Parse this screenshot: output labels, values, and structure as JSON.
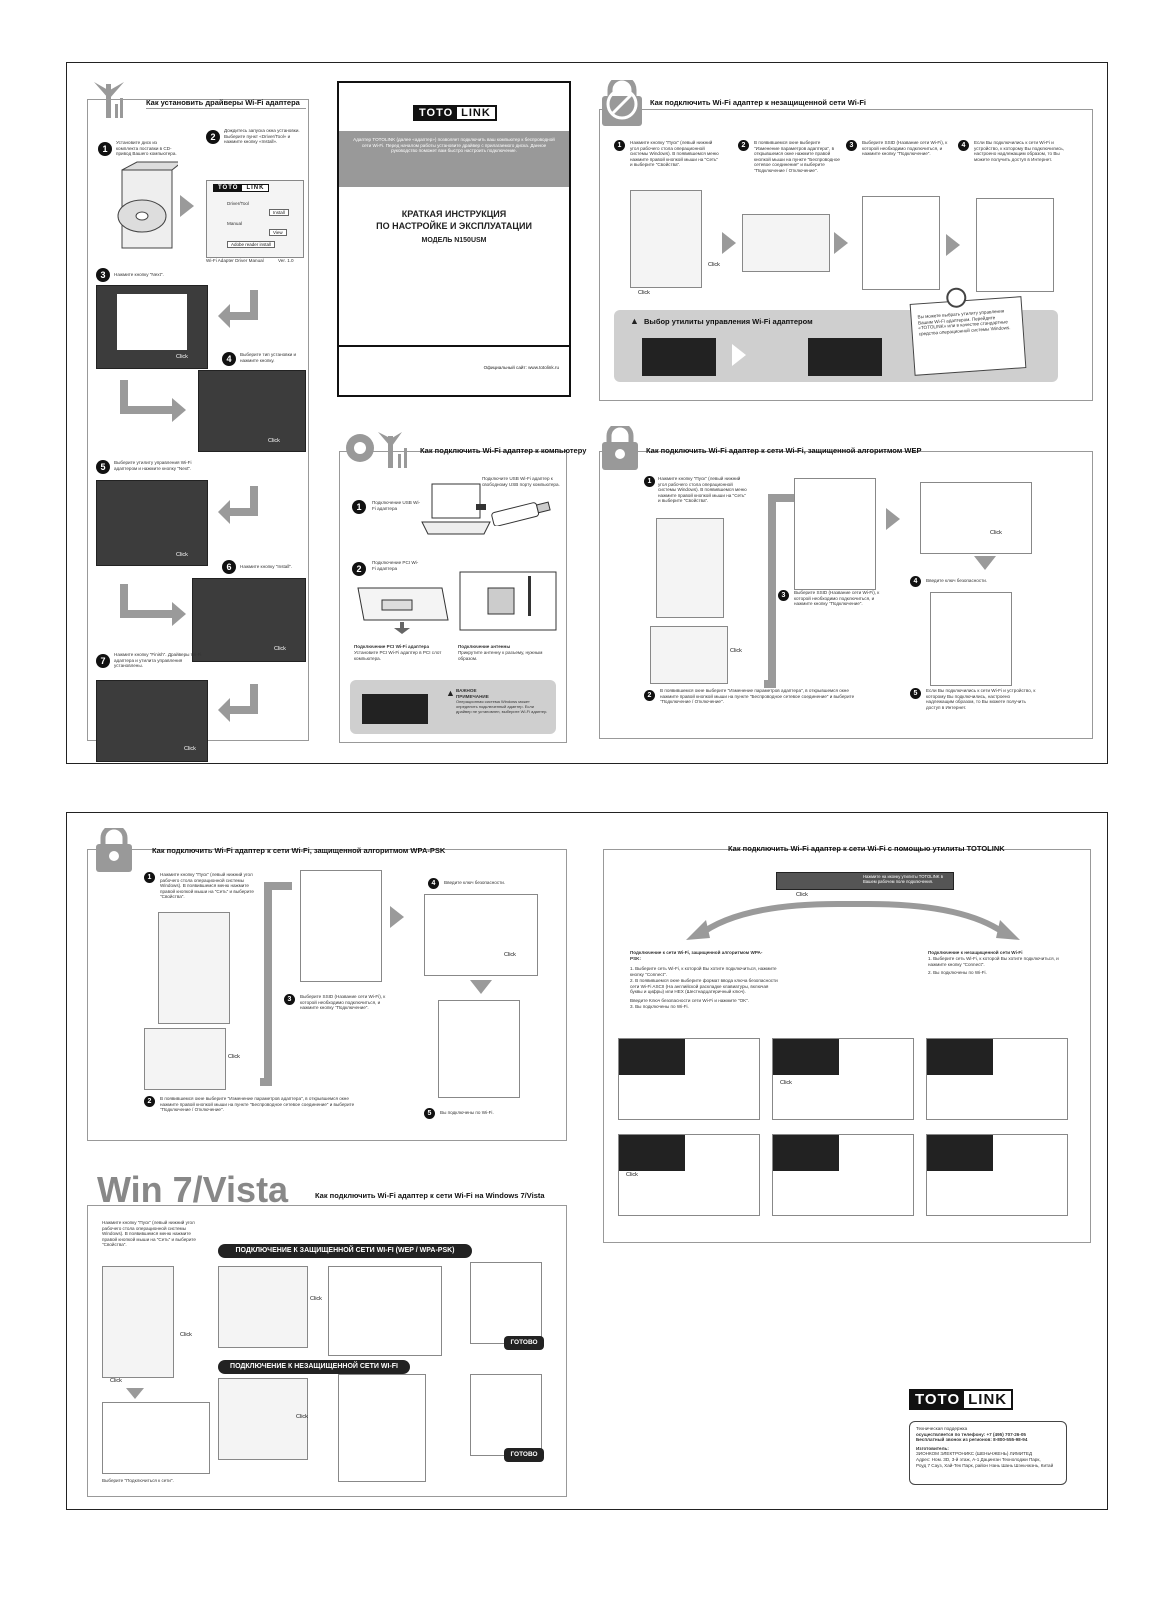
{
  "cover": {
    "brand_a": "TOTO",
    "brand_b": "LINK",
    "intro": "Адаптер TOTOLINK (далее «адаптер») позволяет подключить ваш компьютер к беспроводной сети Wi-Fi. Перед началом работы установите драйвер с прилагаемого диска. Данное руководство поможет вам быстро настроить подключение.",
    "title_line1": "КРАТКАЯ ИНСТРУКЦИЯ",
    "title_line2": "ПО НАСТРОЙКЕ И ЭКСПЛУАТАЦИИ",
    "model": "МОДЕЛЬ N150USM",
    "site": "Официальный сайт: www.totolink.ru"
  },
  "install": {
    "title": "Как установить драйверы Wi-Fi адаптера",
    "step1": "Установите диск из комплекта поставки в CD-привод Вашего компьютера.",
    "step2": "Дождитесь запуска окна установки. Выберите пункт «Driver/Tool» и нажмите кнопку «Install».",
    "step3": "Нажмите кнопку \"Next\".",
    "step4": "Выберите тип установки и нажмите кнопку.",
    "step5": "Выберите утилиту управления Wi-Fi адаптером и нажмите кнопку \"Next\".",
    "step6": "Нажмите кнопку \"Install\".",
    "step7": "Нажмите кнопку \"Finish\". Драйверы Wi-Fi адаптера и утилита управления установлены.",
    "dlg_driver": "Driver/Tool",
    "dlg_manual": "Manual",
    "dlg_install": "Install",
    "dlg_view": "View",
    "dlg_adobe": "Adobe reader install",
    "dlg_footer": "Wi-Fi Adapter Driver Manual",
    "dlg_ver": "Ver. 1.0"
  },
  "open_net": {
    "title": "Как подключить Wi-Fi адаптер к незащищенной сети Wi-Fi",
    "s1": "Нажмите кнопку \"Пуск\" (левый нижний угол рабочего стола операционной системы Windows). В появившемся меню нажмите правой кнопкой мыши на \"Сеть\" и выберите \"Свойства\".",
    "s2": "В появившемся окне выберите \"Изменение параметров адаптера\", в открывшемся окне нажмите правой кнопкой мыши на пункте \"Беспроводное сетевое соединение\" и выберите \"Подключение / Отключение\".",
    "s3": "Выберите SSID (Название сети Wi-Fi), к которой необходимо подключиться, и нажмите кнопку \"Подключение\".",
    "s4": "Если Вы подключились к сети Wi-Fi и устройство, к которому Вы подключились, настроено надлежащим образом, то Вы можете получить доступ в Интернет.",
    "utility_title": "Выбор утилиты управления Wi-Fi адаптером",
    "note": "Вы можете выбрать утилиту управления Вашим Wi-Fi адаптером. Перейдите «TOTOLINK» или в качестве стандартные средства операционной системы Windows."
  },
  "pc": {
    "title": "Как подключить Wi-Fi адаптер к компьютеру",
    "s1": "Подключение USB Wi-Fi адаптера",
    "s1_note": "Подключите USB Wi-Fi адаптер к свободному USB порту компьютера.",
    "s2": "Подключение PCI Wi-Fi адаптера",
    "cap1_title": "Подключение PCI Wi-Fi адаптера",
    "cap1": "Установите PCI Wi-Fi адаптер в PCI слот компьютера.",
    "cap2_title": "Подключение антенны",
    "cap2": "Прикрутите антенну к разъему, нужным образом.",
    "warn_title": "ВАЖНОЕ ПРИМЕЧАНИЕ",
    "warn": "Операционная система Windows может определить подключенный адаптер. Если драйвер не установлен, выберите Wi-Fi адаптер."
  },
  "wep": {
    "title": "Как подключить Wi-Fi адаптер к сети Wi-Fi, защищенной алгоритмом WEP",
    "s1": "Нажмите кнопку \"Пуск\" (левый нижний угол рабочего стола операционной системы Windows). В появившемся меню нажмите правой кнопкой мыши на \"Сеть\" и выберите \"Свойства\".",
    "s2": "В появившемся окне выберите \"Изменение параметров адаптера\", в открывшемся окне нажмите правой кнопкой мыши на пункте \"Беспроводное сетевое соединение\" и выберите \"Подключение / Отключение\".",
    "s3": "Выберите SSID (Название сети Wi-Fi), к которой необходимо подключиться, и нажмите кнопку \"Подключение\".",
    "s4": "Введите ключ безопасности.",
    "s5": "Если Вы подключились к сети Wi-Fi и устройство, к которому Вы подключились, настроено надлежащим образом, то Вы можете получить доступ в Интернет."
  },
  "wpa": {
    "title": "Как подключить Wi-Fi адаптер к сети Wi-Fi, защищенной алгоритмом WPA-PSK",
    "s1": "Нажмите кнопку \"Пуск\" (левый нижний угол рабочего стола операционной системы Windows). В появившемся меню нажмите правой кнопкой мыши на \"Сеть\" и выберите \"Свойства\".",
    "s2": "В появившемся окне выберите \"Изменение параметров адаптера\", в открывшемся окне нажмите правой кнопкой мыши на пункте \"Беспроводное сетевое соединение\" и выберите \"Подключение / Отключение\".",
    "s3": "Выберите SSID (Название сети Wi-Fi), к которой необходимо подключиться, и нажмите кнопку \"Подключение\".",
    "s4": "Введите ключ безопасности.",
    "s5": "Вы подключены по Wi-Fi."
  },
  "utility": {
    "title": "Как подключить Wi-Fi адаптер к сети Wi-Fi с помощью утилиты TOTOLINK",
    "bar_note": "Нажмите на иконку утилиты TOTOLINK в Вашем рабочем поле подключения.",
    "left_title": "Подключение к сети Wi-Fi, защищенной алгоритмом WPA-PSK:",
    "left_1": "1. Выберите сеть Wi-Fi, к которой Вы хотите подключиться, нажмите кнопку \"Connect\".",
    "left_2": "2. В появившемся окне выберите формат ввода ключа безопасности сети Wi-Fi ASCII (На английской раскладке клавиатуры, включая буквы и цифры) или HEX (Шестнадцатеричный ключ).",
    "left_3": "Введите Ключ безопасности сети Wi-Fi и нажмите \"OK\".",
    "left_4": "3. Вы подключены по Wi-Fi.",
    "right_title": "Подключение к незащищенной сети Wi-Fi",
    "right_1": "1. Выберите сеть Wi-Fi, к которой Вы хотите подключиться, и нажмите кнопку \"Connect\".",
    "right_2": "2. Вы подключены по Wi-Fi."
  },
  "win7": {
    "big": "Win 7/Vista",
    "title": "Как подключить Wi-Fi адаптер к сети Wi-Fi на Windows 7/Vista",
    "intro": "Нажмите кнопку \"Пуск\" (левый нижний угол рабочего стола операционной системы Windows). В появившемся меню нажмите правой кнопкой мыши на \"Сеть\" и выберите \"Свойства\".",
    "secure": "ПОДКЛЮЧЕНИЕ К ЗАЩИЩЕННОЙ СЕТИ WI-FI (WEP / WPA-PSK)",
    "open": "ПОДКЛЮЧЕНИЕ К НЕЗАЩИЩЕННОЙ СЕТИ WI-FI",
    "done": "ГОТОВО",
    "bottom": "Выберите \"Подключиться к сети\"."
  },
  "contact": {
    "brand_a": "TOTO",
    "brand_b": "LINK",
    "l1": "Техническая поддержка",
    "l2": "осуществляется по телефону: +7 (495) 707-26-05",
    "l3": "Бесплатный звонок из регионов: 8-800-555-98-94",
    "l4": "Изготовитель:",
    "l5": "ЗИОНКОМ ЭЛЕКТРОНИКС (ШЕНЬЧЖЕНЬ) ЛИМИТЕД",
    "l6": "Адрес: Ном. 3D, 3-й этаж, А-1 Дацинган Технолоджи Парк,",
    "l7": "Роуд 7 Сауз, Хай-Тек Парк, район Нань Шань Шэньчжэнь, Китай"
  },
  "common": {
    "click": "Click"
  }
}
